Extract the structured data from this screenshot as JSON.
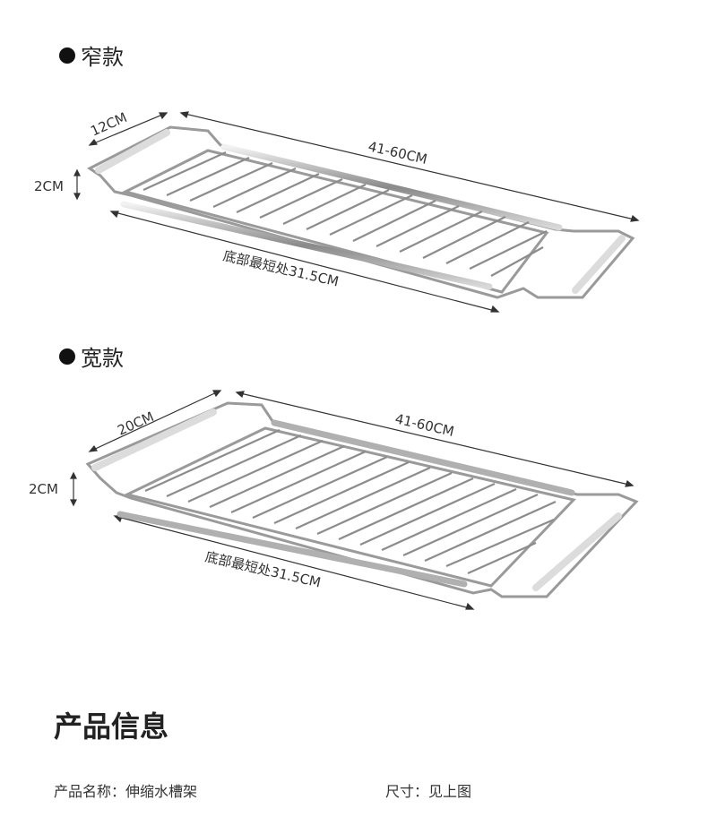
{
  "sections": [
    {
      "title": "窄款",
      "dims": {
        "depth": "12CM",
        "length": "41-60CM",
        "height": "2CM",
        "bottom": "底部最短处31.5CM"
      }
    },
    {
      "title": "宽款",
      "dims": {
        "depth": "20CM",
        "length": "41-60CM",
        "height": "2CM",
        "bottom": "底部最短处31.5CM"
      }
    }
  ],
  "info": {
    "title": "产品信息",
    "name_label": "产品名称：伸缩水槽架",
    "size_label": "尺寸：见上图"
  }
}
